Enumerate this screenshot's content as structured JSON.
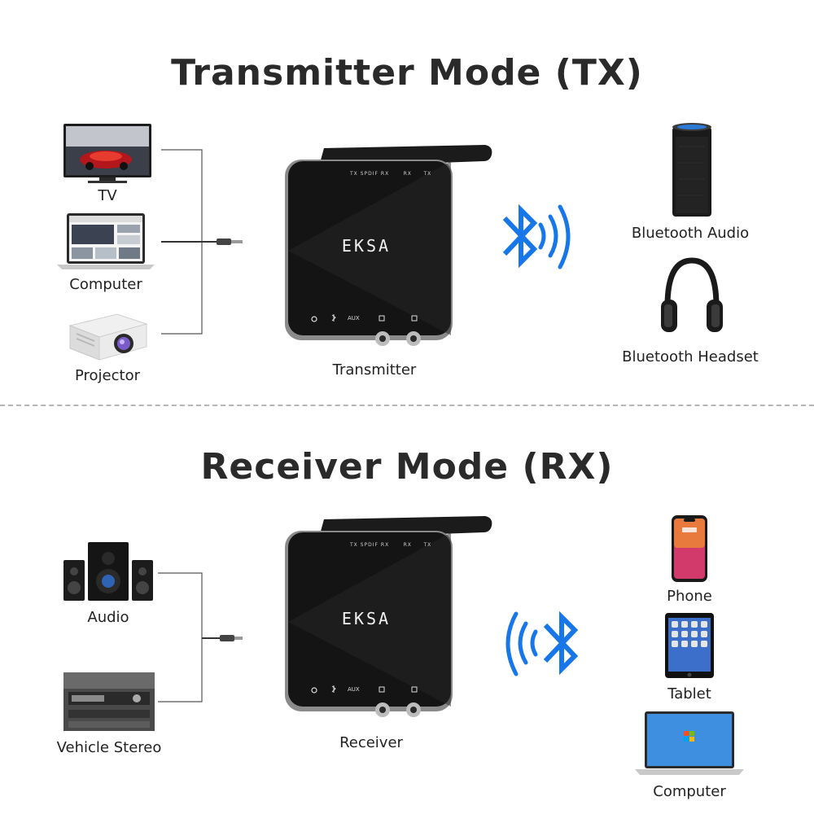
{
  "tx": {
    "title": "Transmitter Mode (TX)",
    "sources": [
      "TV",
      "Computer",
      "Projector"
    ],
    "device_label": "Transmitter",
    "brand": "EKSA",
    "panel_top": [
      "TX",
      "SPDIF",
      "RX",
      "RX",
      "TX"
    ],
    "panel_bottom": [
      "AUX"
    ],
    "outputs": [
      "Bluetooth Audio",
      "Bluetooth Headset"
    ]
  },
  "rx": {
    "title": "Receiver Mode (RX)",
    "sources": [
      "Audio",
      "Vehicle Stereo"
    ],
    "device_label": "Receiver",
    "brand": "EKSA",
    "panel_top": [
      "TX",
      "SPDIF",
      "RX",
      "RX",
      "TX"
    ],
    "panel_bottom": [
      "AUX"
    ],
    "outputs": [
      "Phone",
      "Tablet",
      "Computer"
    ]
  },
  "colors": {
    "bluetooth": "#1877e8",
    "device": "#141414",
    "text": "#222222"
  },
  "icons": [
    "tv-icon",
    "laptop-icon",
    "projector-icon",
    "smart-speaker-icon",
    "headphones-icon",
    "bluetooth-icon",
    "speaker-system-icon",
    "car-stereo-icon",
    "phone-icon",
    "tablet-icon",
    "laptop-icon"
  ]
}
